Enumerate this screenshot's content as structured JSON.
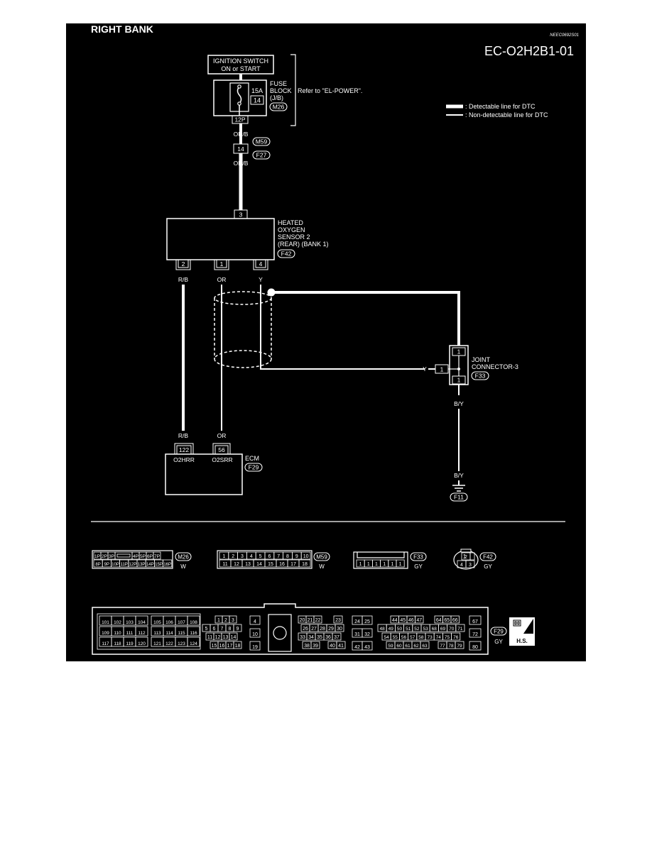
{
  "header": {
    "section_title": "RIGHT BANK",
    "ref_code": "NEEC0692S01",
    "diagram_id": "EC-O2H2B1-01"
  },
  "legend": {
    "detectable": ": Detectable line for DTC",
    "non_detectable": ": Non-detectable line for DTC"
  },
  "ignition": {
    "line1": "IGNITION SWITCH",
    "line2": "ON or START"
  },
  "fuse": {
    "amp": "15A",
    "number": "14",
    "label1": "FUSE",
    "label2": "BLOCK",
    "label3": "(J/B)",
    "connector": "M26",
    "refer": "Refer to \"EL-POWER\".",
    "pin": "12P"
  },
  "wires": {
    "orb_top": "OR/B",
    "orb_bottom": "OR/B",
    "rb_top": "R/B",
    "or_top": "OR",
    "y_top": "Y",
    "rb_bottom": "R/B",
    "or_bottom": "OR",
    "y_joint": "Y",
    "by_top": "B/Y",
    "by_bottom": "B/Y"
  },
  "inline_connector": {
    "pin": "14",
    "upper": "M59",
    "lower": "F27"
  },
  "sensor": {
    "line1": "HEATED",
    "line2": "OXYGEN",
    "line3": "SENSOR 2",
    "line4": "(REAR) (BANK 1)",
    "connector": "F42",
    "pin_top": "3",
    "pin_a": "2",
    "pin_b": "1",
    "pin_c": "4"
  },
  "joint": {
    "line1": "JOINT",
    "line2": "CONNECTOR-3",
    "connector": "F33",
    "pin_top": "1",
    "pin_side": "1",
    "pin_bottom": "1"
  },
  "ecm": {
    "label": "ECM",
    "connector": "F29",
    "pin_a": "122",
    "pin_b": "56",
    "term_a": "O2HRR",
    "term_b": "O2SRR"
  },
  "ground": {
    "connector": "F11"
  },
  "connector_views": {
    "m26": {
      "id": "M26",
      "color": "W",
      "row1": [
        "1P",
        "2P",
        "3P",
        "",
        "4P",
        "5P",
        "6P",
        "7P"
      ],
      "row2": [
        "8P",
        "9P",
        "10P",
        "11P",
        "12P",
        "13P",
        "14P",
        "15P",
        "16P"
      ]
    },
    "m59": {
      "id": "M59",
      "color": "W",
      "row1": [
        "1",
        "2",
        "3",
        "4",
        "5",
        "6",
        "7",
        "8",
        "9",
        "10"
      ],
      "row2": [
        "11",
        "12",
        "13",
        "14",
        "15",
        "16",
        "17",
        "18"
      ]
    },
    "f33": {
      "id": "F33",
      "color": "GY",
      "pins": [
        "1",
        "1",
        "1",
        "1",
        "1",
        "1"
      ]
    },
    "f42": {
      "id": "F42",
      "color": "GY",
      "pins": [
        "2",
        "1",
        "4",
        "3"
      ]
    },
    "f29": {
      "id": "F29",
      "color": "GY",
      "badge": "H.S.",
      "block1": [
        [
          "101",
          "102",
          "103",
          "104"
        ],
        [
          "109",
          "110",
          "111",
          "112"
        ],
        [
          "117",
          "118",
          "119",
          "120"
        ]
      ],
      "block2": [
        [
          "105",
          "106",
          "107",
          "108"
        ],
        [
          "113",
          "114",
          "115",
          "116"
        ],
        [
          "121",
          "122",
          "123",
          "124"
        ]
      ],
      "block3_r1": [
        "1",
        "2",
        "3"
      ],
      "block3_r2": [
        "5",
        "6",
        "7",
        "8",
        "9"
      ],
      "block3_r3": [
        "11",
        "12",
        "13",
        "14"
      ],
      "block3_r4": [
        "15",
        "16",
        "17",
        "18"
      ],
      "block3_col": [
        "4",
        "10",
        "19"
      ],
      "block4_r1": [
        "20",
        "21",
        "22",
        "23"
      ],
      "block4_r2": [
        "26",
        "27",
        "28",
        "29",
        "30"
      ],
      "block4_r3": [
        "33",
        "34",
        "35",
        "36",
        "37"
      ],
      "block4_r4": [
        "38",
        "39",
        "40",
        "41"
      ],
      "block5": [
        [
          "24",
          "25"
        ],
        [
          "31",
          "32"
        ],
        [
          "42",
          "43"
        ]
      ],
      "block6_r1": [
        "44",
        "45",
        "46",
        "47",
        "64",
        "65",
        "66"
      ],
      "block6_r2": [
        "48",
        "49",
        "50",
        "51",
        "52",
        "53",
        "68",
        "69",
        "70",
        "71"
      ],
      "block6_r3": [
        "54",
        "55",
        "56",
        "57",
        "58",
        "73",
        "74",
        "75",
        "76"
      ],
      "block6_r4": [
        "59",
        "60",
        "61",
        "62",
        "63",
        "77",
        "78",
        "79"
      ],
      "block7": [
        "67",
        "72",
        "80"
      ]
    }
  }
}
